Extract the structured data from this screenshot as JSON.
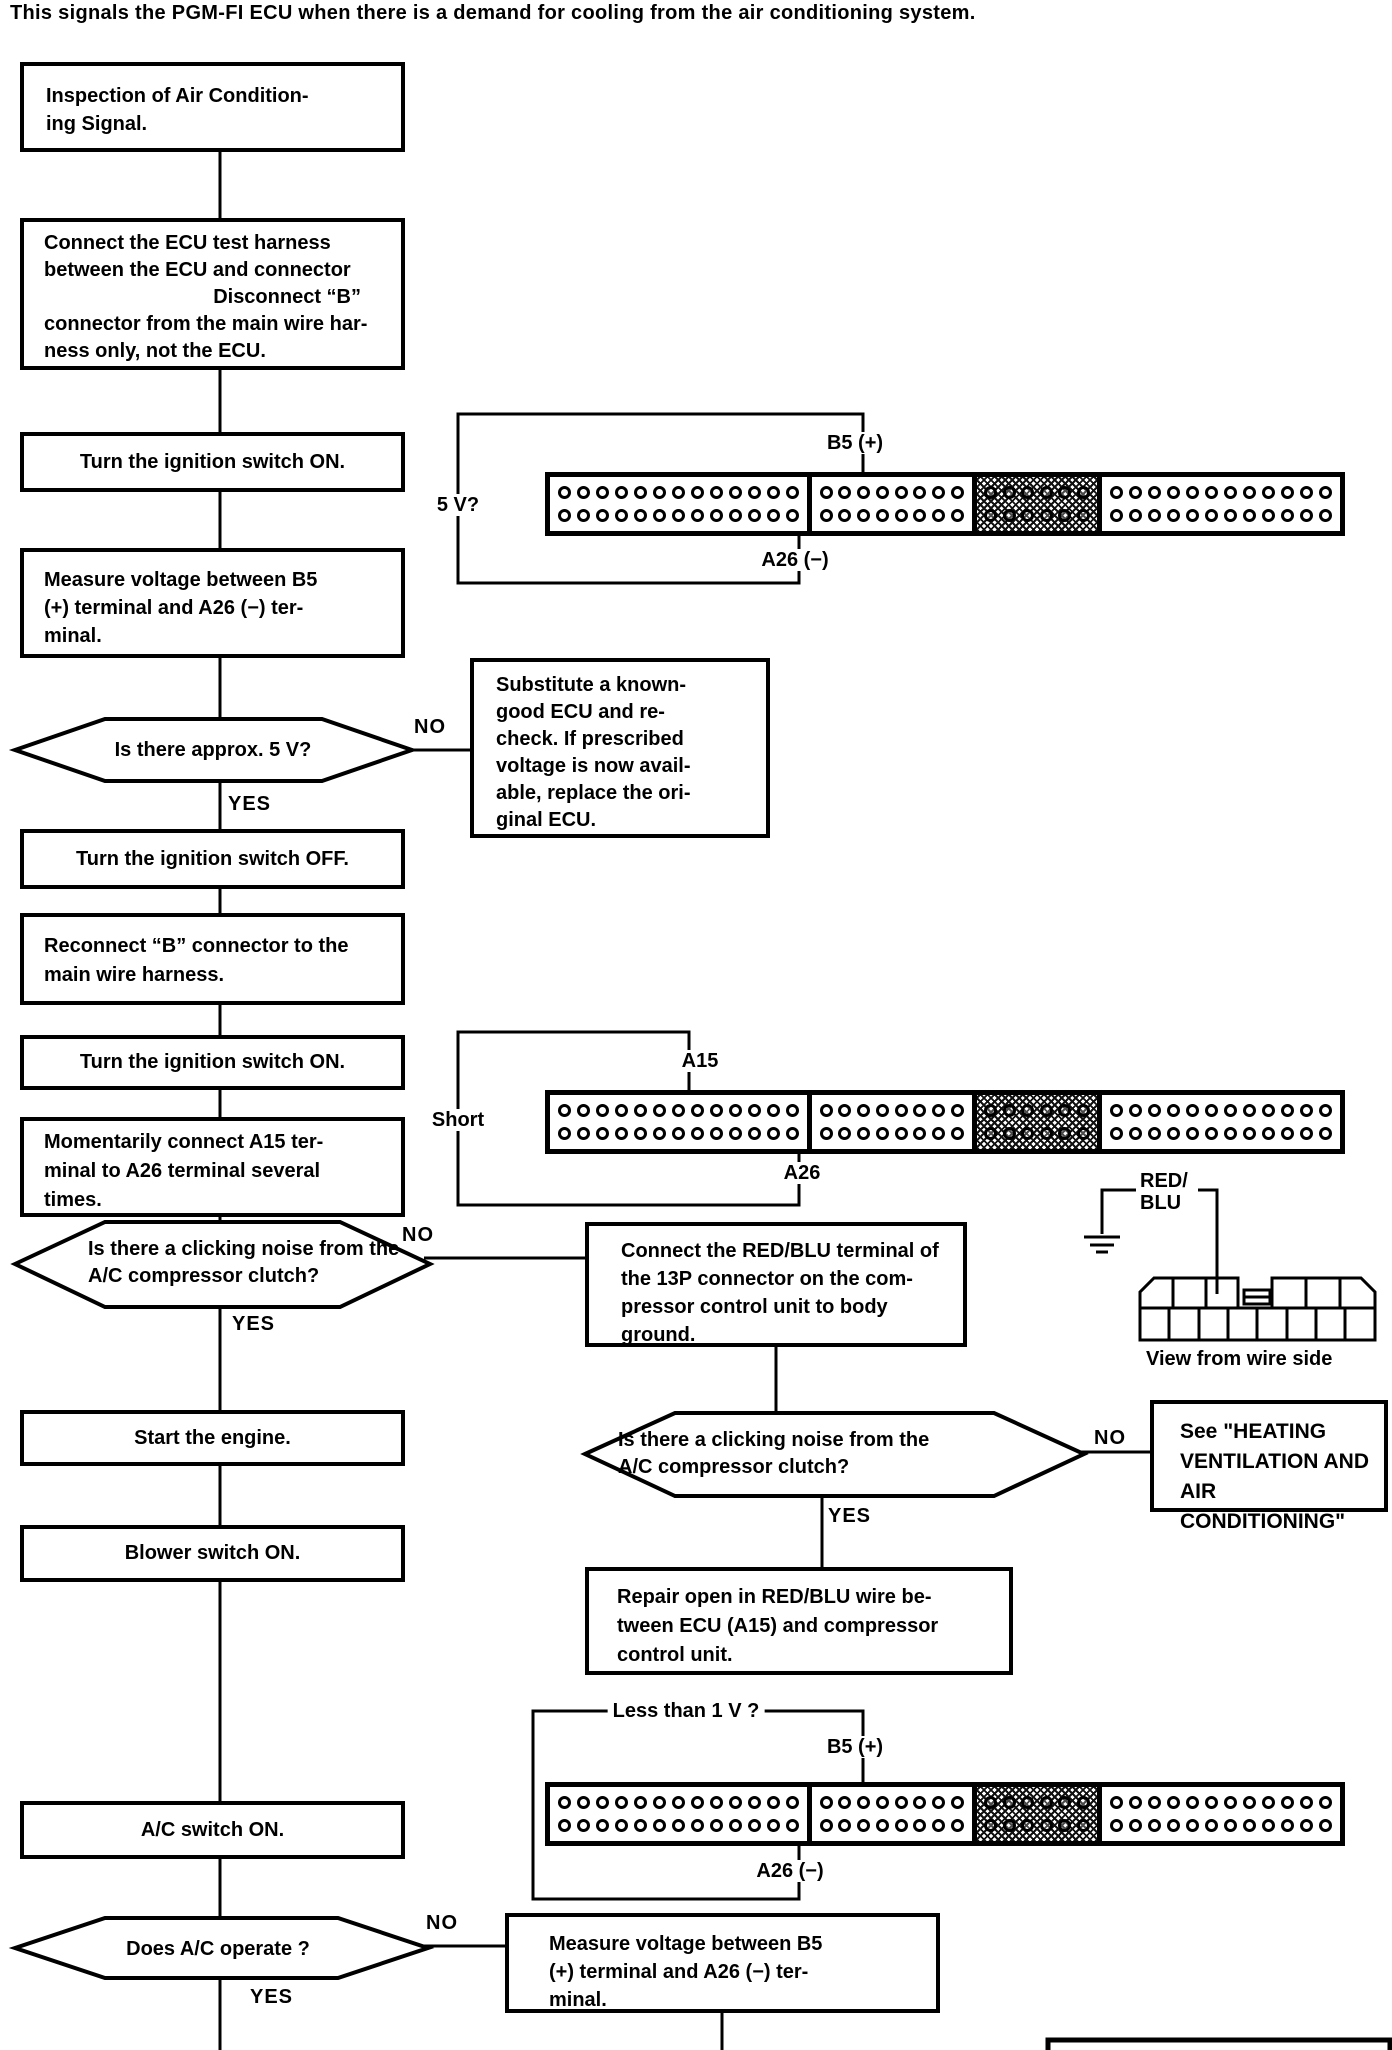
{
  "intro": "This signals the PGM-FI ECU when there is a demand for cooling from the air conditioning system.",
  "labels": {
    "yes": "YES",
    "no": "NO"
  },
  "boxes": {
    "title": {
      "text": "Inspection of Air Condition-\ning Signal."
    },
    "connect_harness": {
      "lines": [
        "Connect the ECU test harness",
        "between the ECU and connector",
        "Disconnect “B”",
        "connector from the main wire har-",
        "ness only, not the ECU."
      ]
    },
    "ignition_on_1": {
      "text": "Turn the ignition switch ON."
    },
    "measure_voltage_1": {
      "text": "Measure voltage between B5\n(+) terminal and A26 (−) ter-\nminal."
    },
    "substitute_ecu": {
      "text": "Substitute a known-\ngood ECU and re-\ncheck. If prescribed\nvoltage is now avail-\nable, replace the ori-\nginal ECU."
    },
    "ignition_off": {
      "text": "Turn the ignition switch OFF."
    },
    "reconnect_b": {
      "text": "Reconnect “B” connector to the\nmain wire harness."
    },
    "ignition_on_2": {
      "text": "Turn the ignition switch ON."
    },
    "momentarily_connect": {
      "text": "Momentarily connect A15 ter-\nminal to A26 terminal several\ntimes."
    },
    "connect_redblu": {
      "text": "Connect the RED/BLU terminal of\nthe 13P connector on the com-\npressor control unit to body\nground."
    },
    "start_engine": {
      "text": "Start the engine."
    },
    "see_heating": {
      "text": "See \"HEATING\nVENTILATION AND\nAIR CONDITIONING\""
    },
    "blower_on": {
      "text": "Blower switch ON."
    },
    "repair_open": {
      "text": "Repair open in RED/BLU wire be-\ntween ECU (A15) and compressor\ncontrol unit."
    },
    "ac_switch_on": {
      "text": "A/C switch ON."
    },
    "measure_voltage_2": {
      "text": "Measure voltage between B5\n(+) terminal and A26 (−) ter-\nminal."
    }
  },
  "decisions": {
    "approx_5v": {
      "text": "Is there approx. 5 V?"
    },
    "clicking_1": {
      "text": "Is there a clicking noise from the\nA/C compressor clutch?"
    },
    "clicking_2": {
      "text": "Is there a clicking noise from the\nA/C compressor clutch?"
    },
    "ac_operate": {
      "text": "Does A/C operate ?"
    }
  },
  "connector": {
    "sections": [
      {
        "pins": 13,
        "hatched": false
      },
      {
        "pins": 8,
        "hatched": false
      },
      {
        "pins": 6,
        "hatched": true
      },
      {
        "pins": 12,
        "hatched": false
      }
    ],
    "annotations": {
      "five_v": "5 V?",
      "short": "Short",
      "less_than_1v": "Less than 1 V ?"
    },
    "pin_labels": {
      "b5_plus": "B5 (+)",
      "a26_minus": "A26 (−)",
      "a15": "A15",
      "a26": "A26"
    }
  },
  "redblu_view": {
    "wire_label": "RED/\nBLU",
    "caption": "View from wire side"
  }
}
